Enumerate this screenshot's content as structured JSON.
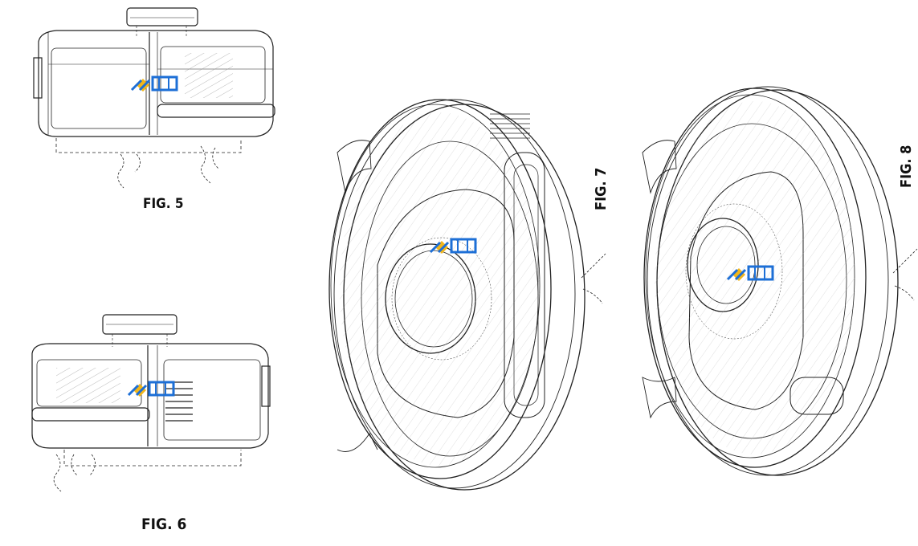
{
  "figures": [
    {
      "id": "fig5",
      "label": "FIG. 5",
      "view": "side view"
    },
    {
      "id": "fig6",
      "label": "FIG. 6",
      "view": "opposite side view"
    },
    {
      "id": "fig7",
      "label": "FIG. 7",
      "view": "top perspective view"
    },
    {
      "id": "fig8",
      "label": "FIG. 8",
      "view": "top perspective view"
    }
  ],
  "watermark": {
    "logo": "patent-logo",
    "color": "#1d6fd6",
    "accent": "#f2b61a"
  },
  "colors": {
    "line": "#222222",
    "hatch": "#777777",
    "background": "#ffffff"
  }
}
